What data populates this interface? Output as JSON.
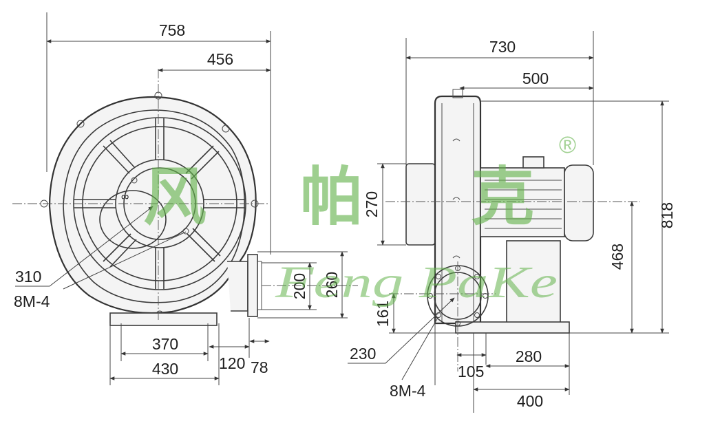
{
  "front_view": {
    "dims": {
      "overall_width": "758",
      "center_to_outlet": "456",
      "wheel_diameter": "310",
      "bolt_holes": "8M-4",
      "outlet_inner": "200",
      "outlet_outer": "260",
      "base_inner": "370",
      "base_outer": "430",
      "outlet_length": "120",
      "flange_thickness": "78"
    }
  },
  "side_view": {
    "dims": {
      "overall_length": "730",
      "motor_length": "500",
      "inlet_height": "270",
      "overall_height": "818",
      "shaft_height": "468",
      "outlet_offset": "161",
      "outlet_diameter": "230",
      "bolt_holes": "8M-4",
      "base_offset": "105",
      "base_inner": "280",
      "base_outer": "400"
    }
  },
  "watermark": {
    "chinese": [
      "风",
      "帕",
      "克"
    ],
    "english": "Feng PaKe",
    "registered_mark": "®",
    "color": "#63b24a"
  }
}
